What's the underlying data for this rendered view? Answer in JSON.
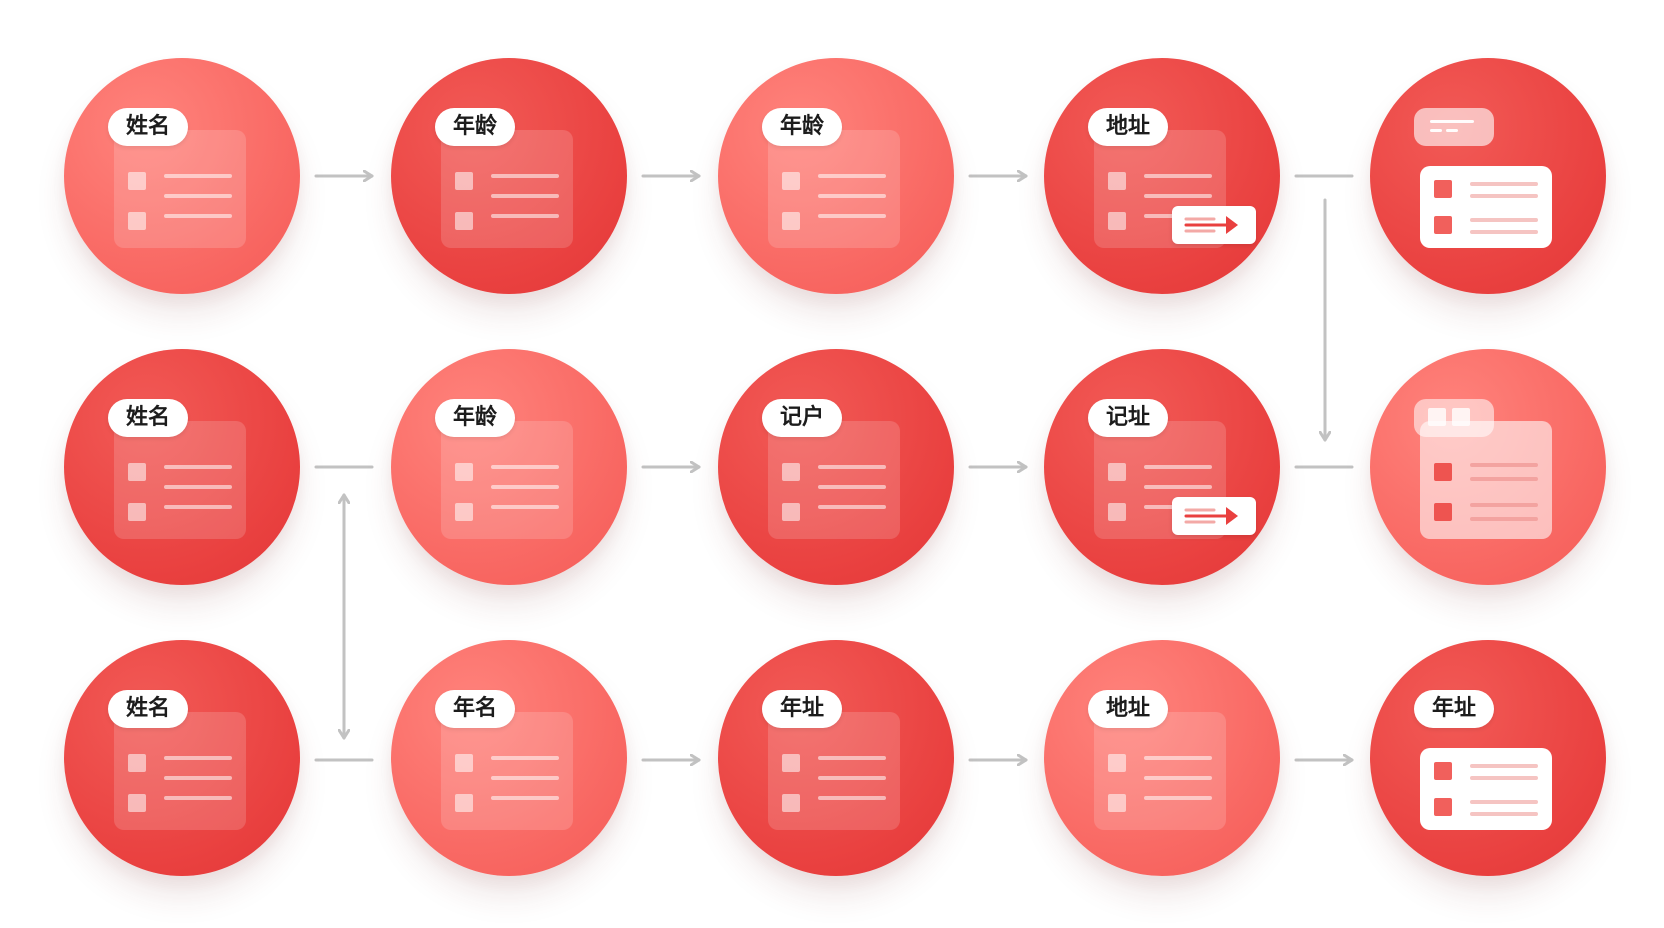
{
  "colors": {
    "node_light": "#f86661",
    "node_dark": "#e9403f",
    "connector": "#c2c2c2",
    "tag_bg": "#ffffff",
    "tag_text": "#1c1c1c"
  },
  "rows": [
    {
      "nodes": [
        {
          "label": "姓名",
          "tone": "light",
          "icon": "form-card-icon"
        },
        {
          "label": "年龄",
          "tone": "dark",
          "icon": "form-card-icon"
        },
        {
          "label": "年龄",
          "tone": "light",
          "icon": "form-card-icon"
        },
        {
          "label": "地址",
          "tone": "dark",
          "icon": "form-card-send-icon"
        },
        {
          "label": "",
          "tone": "dark",
          "icon": "completed-form-icon"
        }
      ]
    },
    {
      "nodes": [
        {
          "label": "姓名",
          "tone": "dark",
          "icon": "form-card-icon"
        },
        {
          "label": "年龄",
          "tone": "light",
          "icon": "form-card-icon"
        },
        {
          "label": "记户",
          "tone": "dark",
          "icon": "form-card-icon"
        },
        {
          "label": "记址",
          "tone": "dark",
          "icon": "form-card-send-icon"
        },
        {
          "label": "",
          "tone": "light",
          "icon": "blank-form-icon"
        }
      ]
    },
    {
      "nodes": [
        {
          "label": "姓名",
          "tone": "dark",
          "icon": "form-card-icon"
        },
        {
          "label": "年名",
          "tone": "light",
          "icon": "form-card-icon"
        },
        {
          "label": "年址",
          "tone": "dark",
          "icon": "form-card-icon"
        },
        {
          "label": "地址",
          "tone": "light",
          "icon": "form-card-icon"
        },
        {
          "label": "年址",
          "tone": "dark",
          "icon": "completed-form-icon"
        }
      ]
    }
  ]
}
